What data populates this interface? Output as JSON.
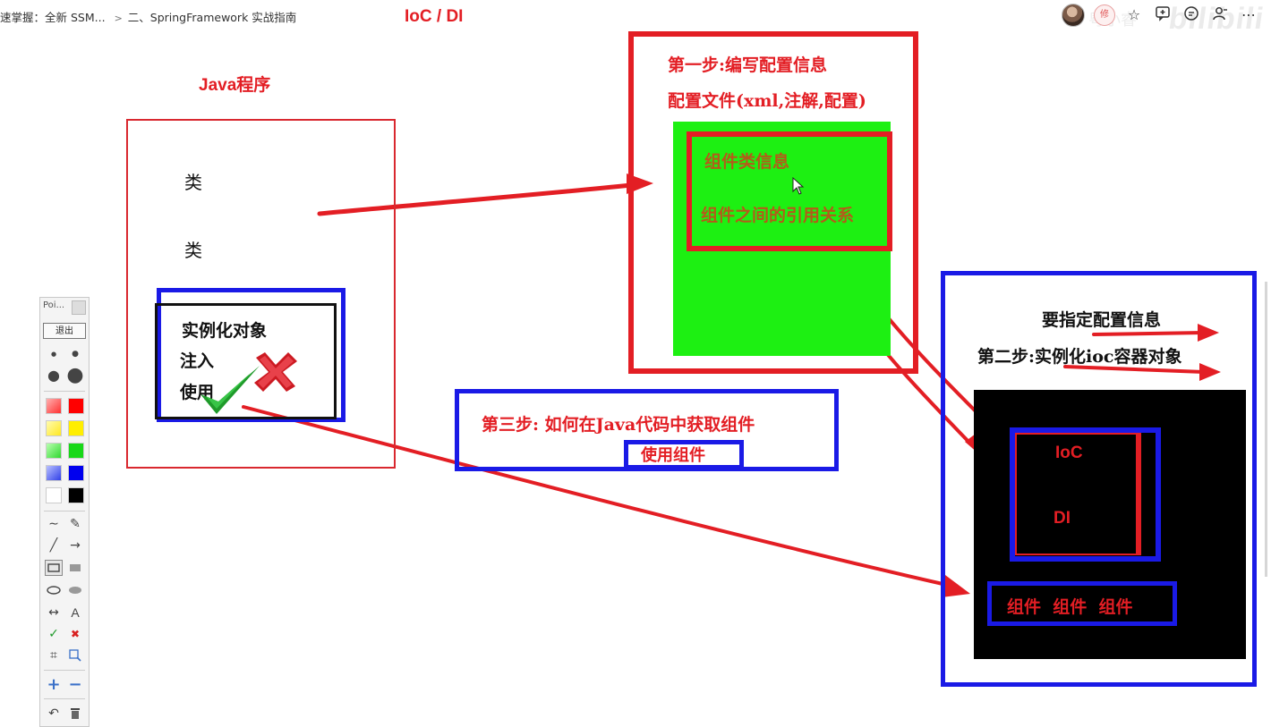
{
  "breadcrumb": {
    "items": [
      "速掌握：全新 SSM...",
      "二、SpringFramework 实战指南"
    ]
  },
  "page_title": "IoC / DI",
  "top_tools": {
    "badge_text": "修",
    "watermark_small": "粤小睿",
    "watermark": "bilibili"
  },
  "diagram": {
    "java_program_label": "Java程序",
    "class_label_1": "类",
    "class_label_2": "类",
    "usage_box": {
      "line1": "实例化对象",
      "line2": "注入",
      "line3": "使用"
    },
    "config": {
      "step1": "第一步:编写配置信息",
      "file_types": "配置文件(xml,注解,配置)",
      "component_info": "组件类信息",
      "references": "组件之间的引用关系"
    },
    "step3": {
      "text": "第三步: 如何在Java代码中获取组件",
      "sub": "使用组件"
    },
    "container": {
      "specify_config": "要指定配置信息",
      "step2": "第二步:实例化ioc容器对象",
      "ioc": "IoC",
      "di": "DI",
      "components": "组件  组件  组件"
    }
  },
  "toolbox": {
    "title": "Poi...",
    "exit_label": "退出",
    "text_tool": "A"
  },
  "colors": {
    "red": "#e31e24",
    "blue": "#1a1ae6",
    "green": "#1df012",
    "black": "#000000",
    "check_green": "#1f9a2a"
  }
}
